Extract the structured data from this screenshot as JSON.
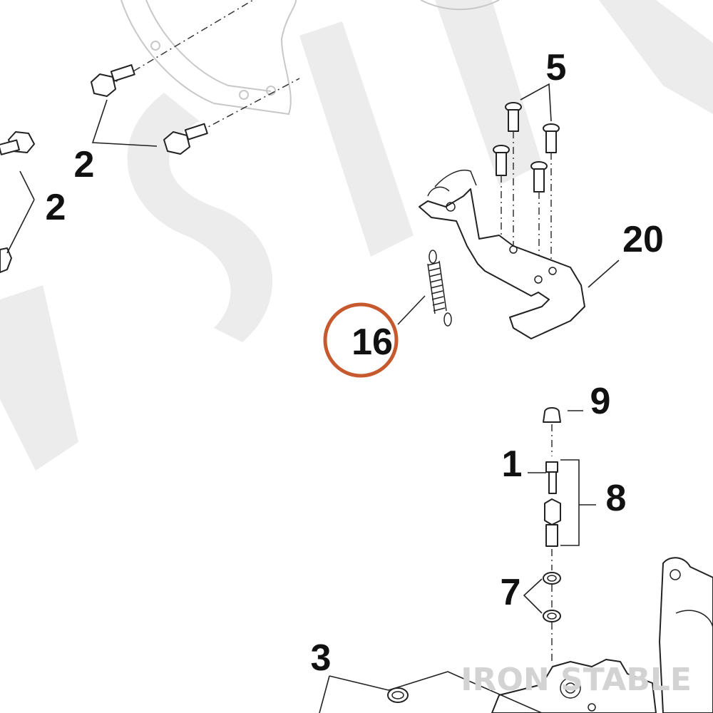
{
  "callouts": {
    "c5": "5",
    "c2a": "2",
    "c2b": "2",
    "c20": "20",
    "c16": "16",
    "c9": "9",
    "c1": "1",
    "c8": "8",
    "c7": "7",
    "c3": "3"
  },
  "highlight": {
    "label": "16",
    "color": "#c65a2e"
  },
  "watermark": {
    "brand": "IRON STABLE",
    "color": "#d3d3d3"
  }
}
